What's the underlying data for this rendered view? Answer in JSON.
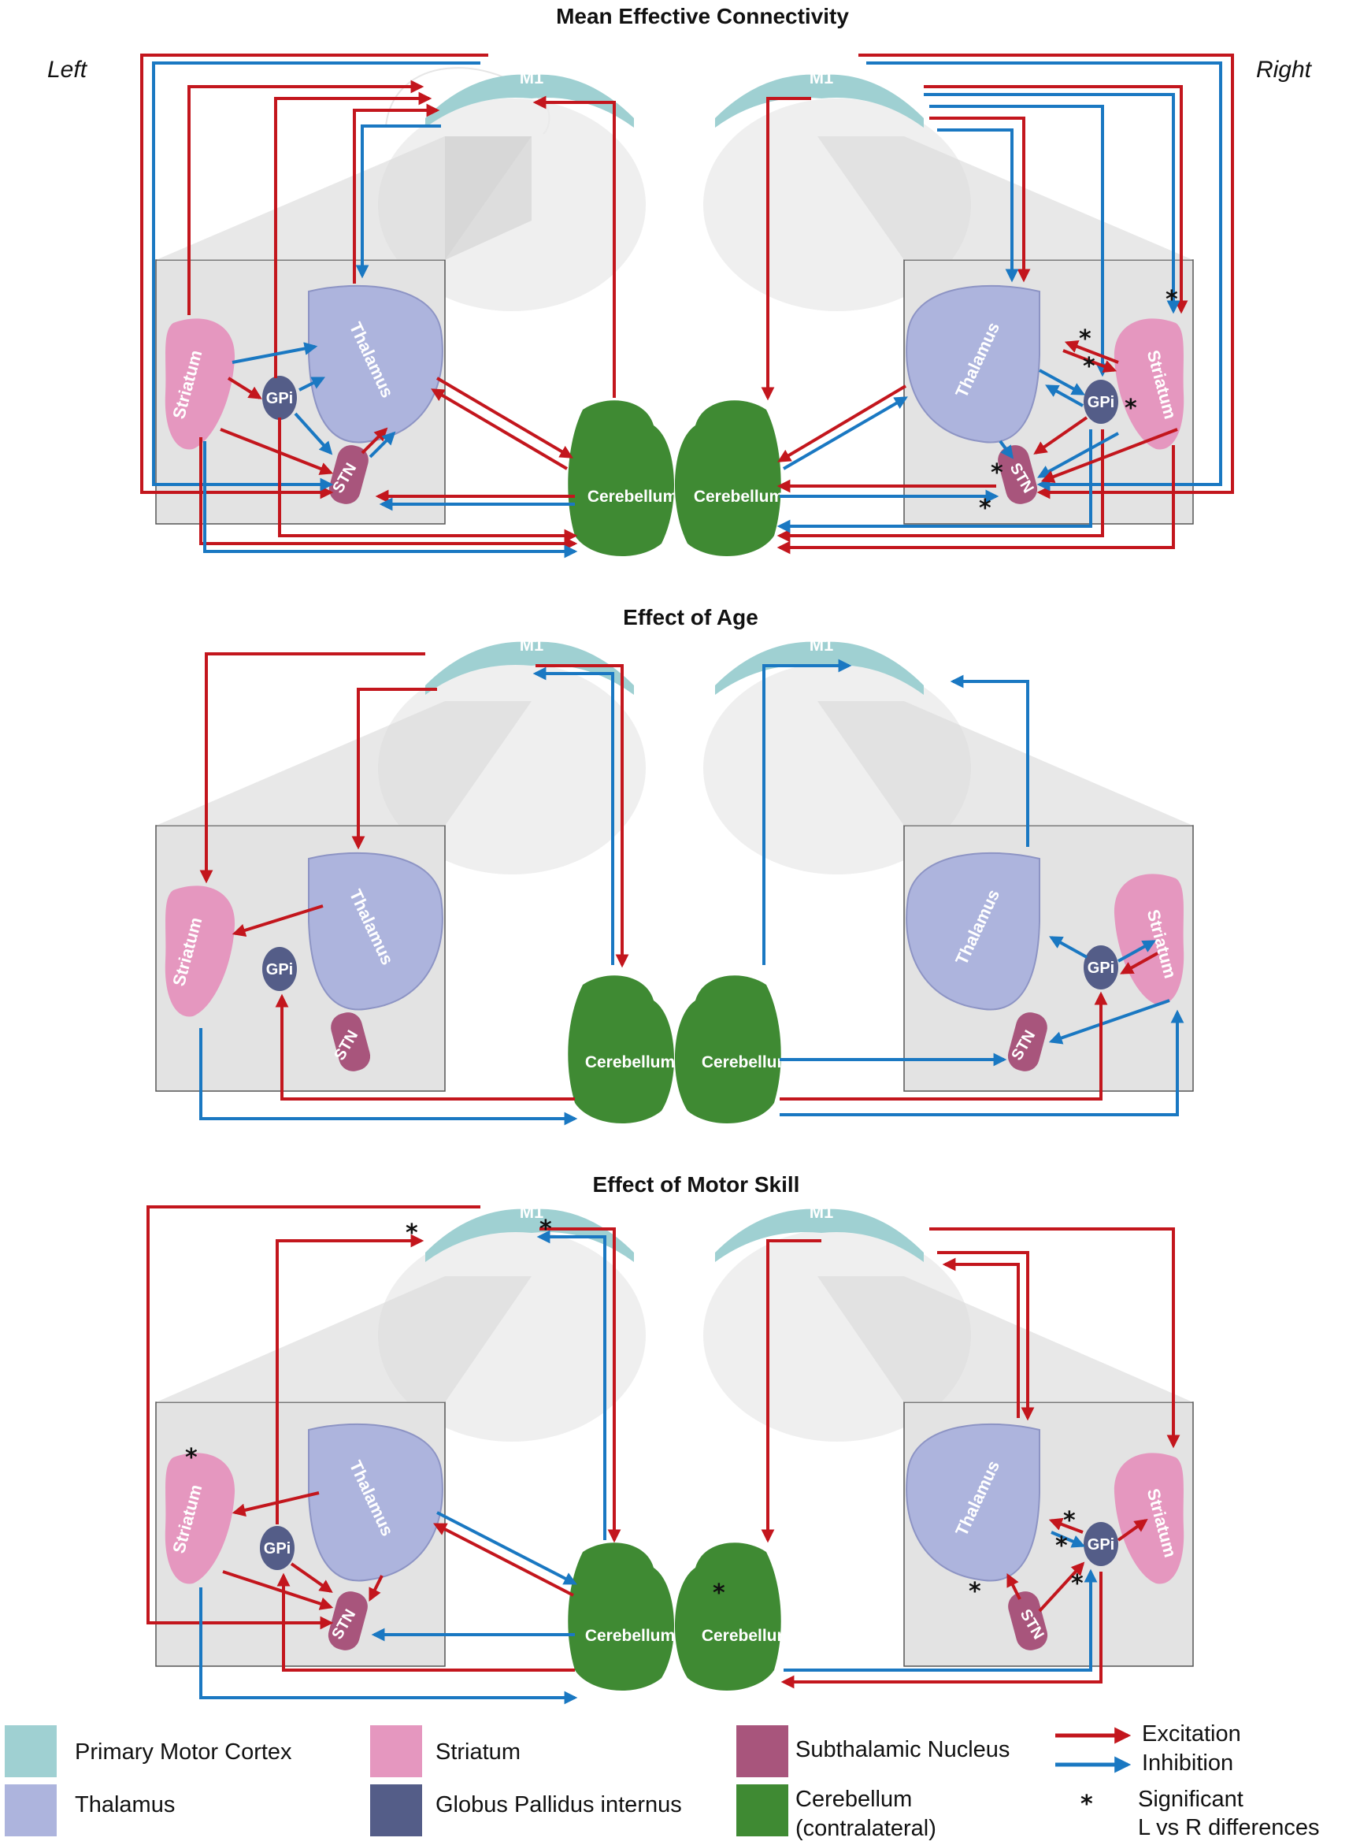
{
  "labels": {
    "left": "Left",
    "right": "Right",
    "m1": "M1",
    "thalamus": "Thalamus",
    "striatum": "Striatum",
    "gpi": "GPi",
    "stn": "STN",
    "cerebellum": "Cerebellum",
    "significance_marker": "*"
  },
  "panels": [
    {
      "title": "Mean Effective Connectivity"
    },
    {
      "title": "Effect of Age"
    },
    {
      "title": "Effect of Motor Skill"
    }
  ],
  "legend": {
    "regions": [
      {
        "label": "Primary Motor Cortex",
        "color": "#9fd0d2",
        "icon": "m1-swatch"
      },
      {
        "label": "Striatum",
        "color": "#e597bf",
        "icon": "striatum-swatch"
      },
      {
        "label": "Subthalamic Nucleus",
        "color": "#a8557c",
        "icon": "stn-swatch"
      },
      {
        "label": "Thalamus",
        "color": "#adb4dd",
        "icon": "thalamus-swatch"
      },
      {
        "label": "Globus Pallidus internus",
        "color": "#545d88",
        "icon": "gpi-swatch"
      },
      {
        "label": "Cerebellum",
        "label2": "(contralateral)",
        "color": "#3f8a33",
        "icon": "cerebellum-swatch"
      }
    ],
    "connections": [
      {
        "label": "Excitation",
        "color": "#c3161d",
        "icon": "red-arrow-icon"
      },
      {
        "label": "Inhibition",
        "color": "#1a78c2",
        "icon": "blue-arrow-icon"
      }
    ],
    "significance": {
      "symbol": "*",
      "line1": "Significant",
      "line2": "L vs R differences"
    }
  },
  "colors": {
    "excitation": "#c3161d",
    "inhibition": "#1a78c2",
    "m1": "#9fd0d2",
    "striatum": "#e597bf",
    "thalamus": "#adb4dd",
    "gpi": "#545d88",
    "stn": "#a8557c",
    "cerebellum": "#3f8a33"
  }
}
